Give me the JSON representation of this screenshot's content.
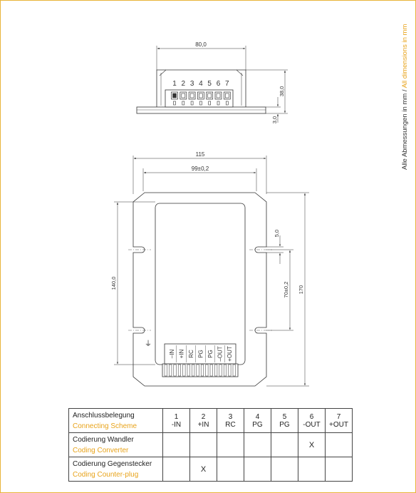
{
  "side_note": {
    "de": "Alle Abmessungen in mm",
    "sep": " / ",
    "en": "All dimensions in mm"
  },
  "side_view": {
    "width_dim": "80,0",
    "height_dim": "38,0",
    "flange_dim": "3,0",
    "pin_numbers": [
      "1",
      "2",
      "3",
      "4",
      "5",
      "6",
      "7"
    ]
  },
  "top_view": {
    "overall_width": "115",
    "hole_spacing": "99±0,2",
    "body_height": "140,0",
    "overall_height": "170",
    "slot_spacing": "70±0,2",
    "slot_offset": "5,0",
    "pin_labels": [
      "–IN",
      "+IN",
      "RC",
      "PG",
      "PG",
      "–OUT",
      "+OUT"
    ],
    "ground_symbol": "⏚"
  },
  "table": {
    "header": {
      "de": "Anschlussbelegung",
      "en": "Connecting Scheme",
      "pins": [
        {
          "num": "1",
          "label": "-IN"
        },
        {
          "num": "2",
          "label": "+IN"
        },
        {
          "num": "3",
          "label": "RC"
        },
        {
          "num": "4",
          "label": "PG"
        },
        {
          "num": "5",
          "label": "PG"
        },
        {
          "num": "6",
          "label": "-OUT"
        },
        {
          "num": "7",
          "label": "+OUT"
        }
      ]
    },
    "rows": [
      {
        "de": "Codierung Wandler",
        "en": "Coding Converter",
        "marks": [
          "",
          "",
          "",
          "",
          "",
          "X",
          ""
        ]
      },
      {
        "de": "Codierung Gegenstecker",
        "en": "Coding Counter-plug",
        "marks": [
          "",
          "X",
          "",
          "",
          "",
          "",
          ""
        ]
      }
    ]
  }
}
